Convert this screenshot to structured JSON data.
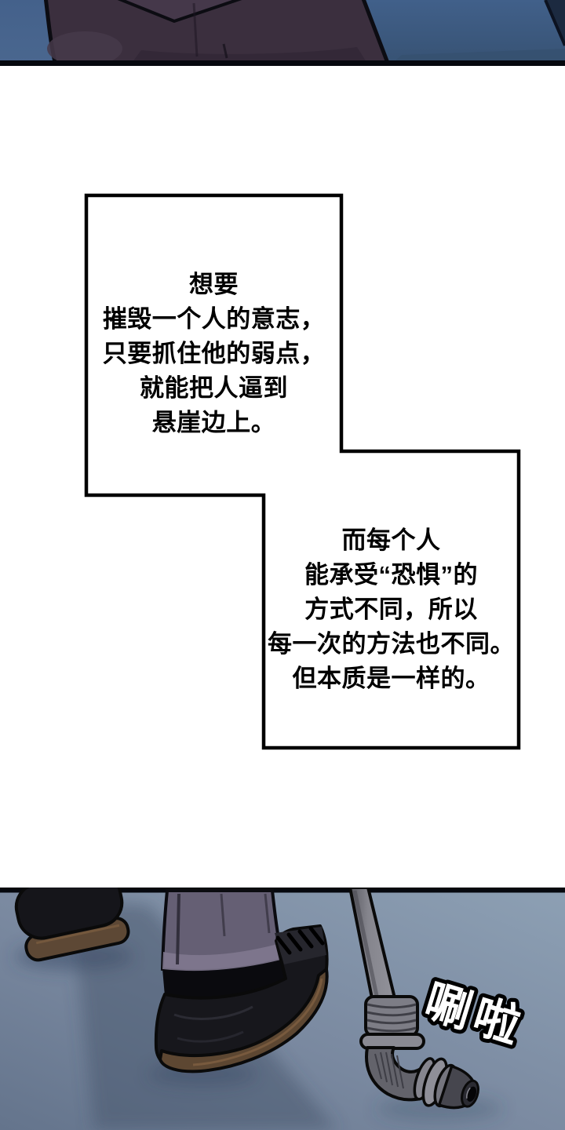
{
  "page": {
    "kind": "comic-page",
    "background": "#ffffff"
  },
  "narration": {
    "box1": {
      "lines": [
        "想要",
        "摧毁一个人的意志，",
        "只要抓住他的弱点，",
        "就能把人逼到",
        "悬崖边上。"
      ]
    },
    "box2": {
      "lines": [
        "而每个人",
        "能承受“恐惧”的",
        "方式不同，所以",
        "每一次的方法也不同。",
        "但本质是一样的。"
      ]
    }
  },
  "sfx": {
    "text": "唰啦"
  },
  "colors": {
    "box_border": "#000000",
    "box_fill": "#ffffff",
    "text_color": "#000000",
    "panel_border": "#06080e",
    "top_bg_blue": "#44618b",
    "suit_purple": "#3b2f3e",
    "suit_purple_light": "#473a4a",
    "arm_blue": "#3e5a7d",
    "navy_corner": "#1c2a40",
    "floor_light": "#8da0b4",
    "floor_mid": "#7a89a0",
    "floor_dark": "#64748c",
    "shadow_blue": "#3d4d66",
    "trouser_gray": "#655f74",
    "trouser_hem_light": "#80788f",
    "sock_black": "#0a0a0e",
    "shoe_black": "#17171c",
    "sole_brown": "#5d4732",
    "sole_brown_light": "#7b5c3f",
    "cane_gray_light": "#92929a",
    "cane_gray_dark": "#5a5a62",
    "sfx_fill": "#ffffff",
    "sfx_stroke": "#000000"
  }
}
